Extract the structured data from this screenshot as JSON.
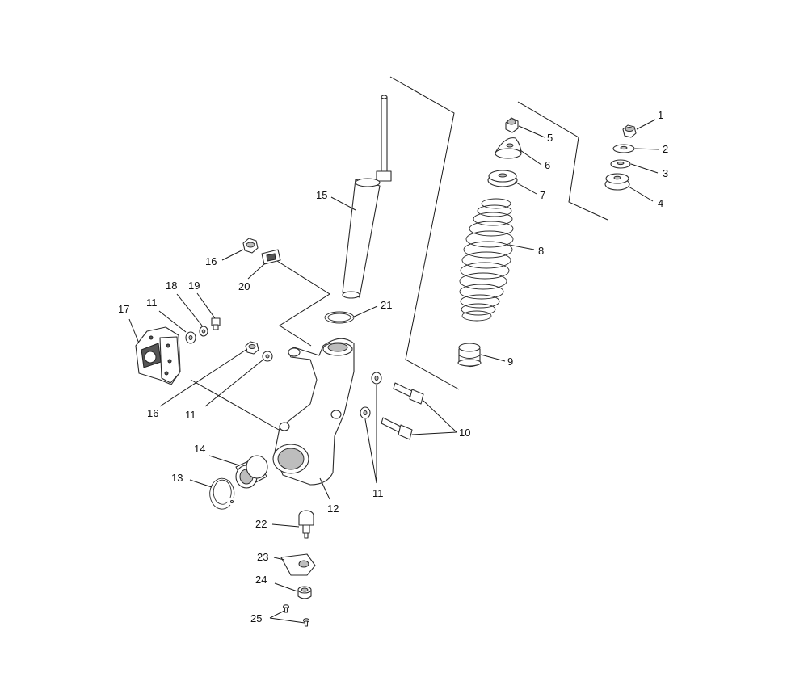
{
  "callouts": {
    "c1": "1",
    "c2": "2",
    "c3": "3",
    "c4": "4",
    "c5": "5",
    "c6": "6",
    "c7": "7",
    "c8": "8",
    "c9": "9",
    "c10": "10",
    "c11a": "11",
    "c11b": "11",
    "c11c": "11",
    "c12": "12",
    "c13": "13",
    "c14": "14",
    "c15": "15",
    "c16a": "16",
    "c16b": "16",
    "c17": "17",
    "c18": "18",
    "c19": "19",
    "c20": "20",
    "c21": "21",
    "c22": "22",
    "c23": "23",
    "c24": "24",
    "c25": "25"
  }
}
